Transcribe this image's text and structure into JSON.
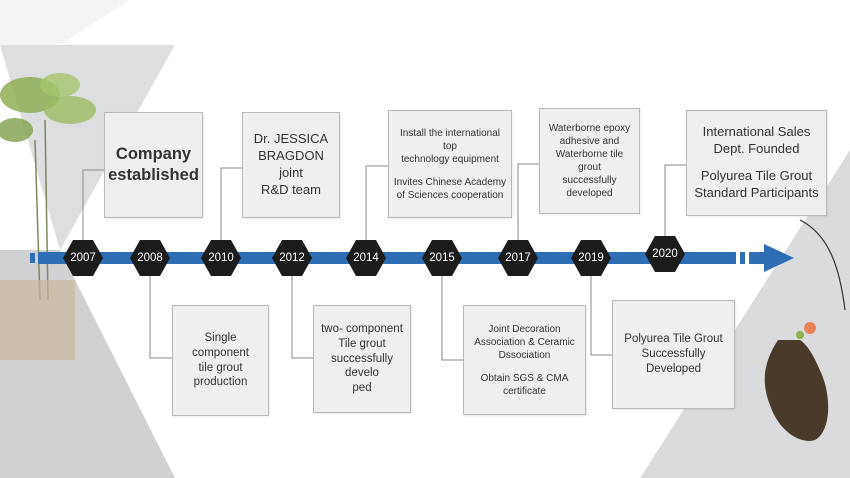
{
  "colors": {
    "axis": "#2e6eb5",
    "hexagon": "#1c1c1c",
    "box_bg": "#efefef",
    "box_border": "#b8b8b8",
    "connector": "#8a8a8a"
  },
  "milestones": [
    {
      "year": "2007",
      "lines": [
        "Company",
        "established"
      ]
    },
    {
      "year": "2008",
      "lines": [
        "Single component",
        "tile grout",
        "production"
      ]
    },
    {
      "year": "2010",
      "lines": [
        "Dr. JESSICA",
        "BRAGDON joint",
        "R&D team"
      ]
    },
    {
      "year": "2012",
      "lines": [
        "two- component",
        "Tile grout",
        "successfully develo",
        "ped"
      ]
    },
    {
      "year": "2014",
      "lines": [
        "Install the international top",
        "technology equipment",
        "",
        "Invites Chinese Academy",
        "of Sciences cooperation"
      ]
    },
    {
      "year": "2015",
      "lines": [
        "Joint Decoration",
        "Association & Ceramic",
        "Dssociation",
        "",
        "Obtain SGS & CMA",
        "certificate"
      ]
    },
    {
      "year": "2017",
      "lines": [
        "Waterborne epoxy",
        "adhesive and",
        "Waterborne tile grout",
        "successfully developed"
      ]
    },
    {
      "year": "2019",
      "lines": [
        "Polyurea Tile Grout",
        "Successfully Developed"
      ]
    },
    {
      "year": "2020",
      "lines": [
        "International Sales",
        "Dept. Founded",
        "",
        "Polyurea Tile Grout",
        "Standard Participants"
      ]
    }
  ]
}
